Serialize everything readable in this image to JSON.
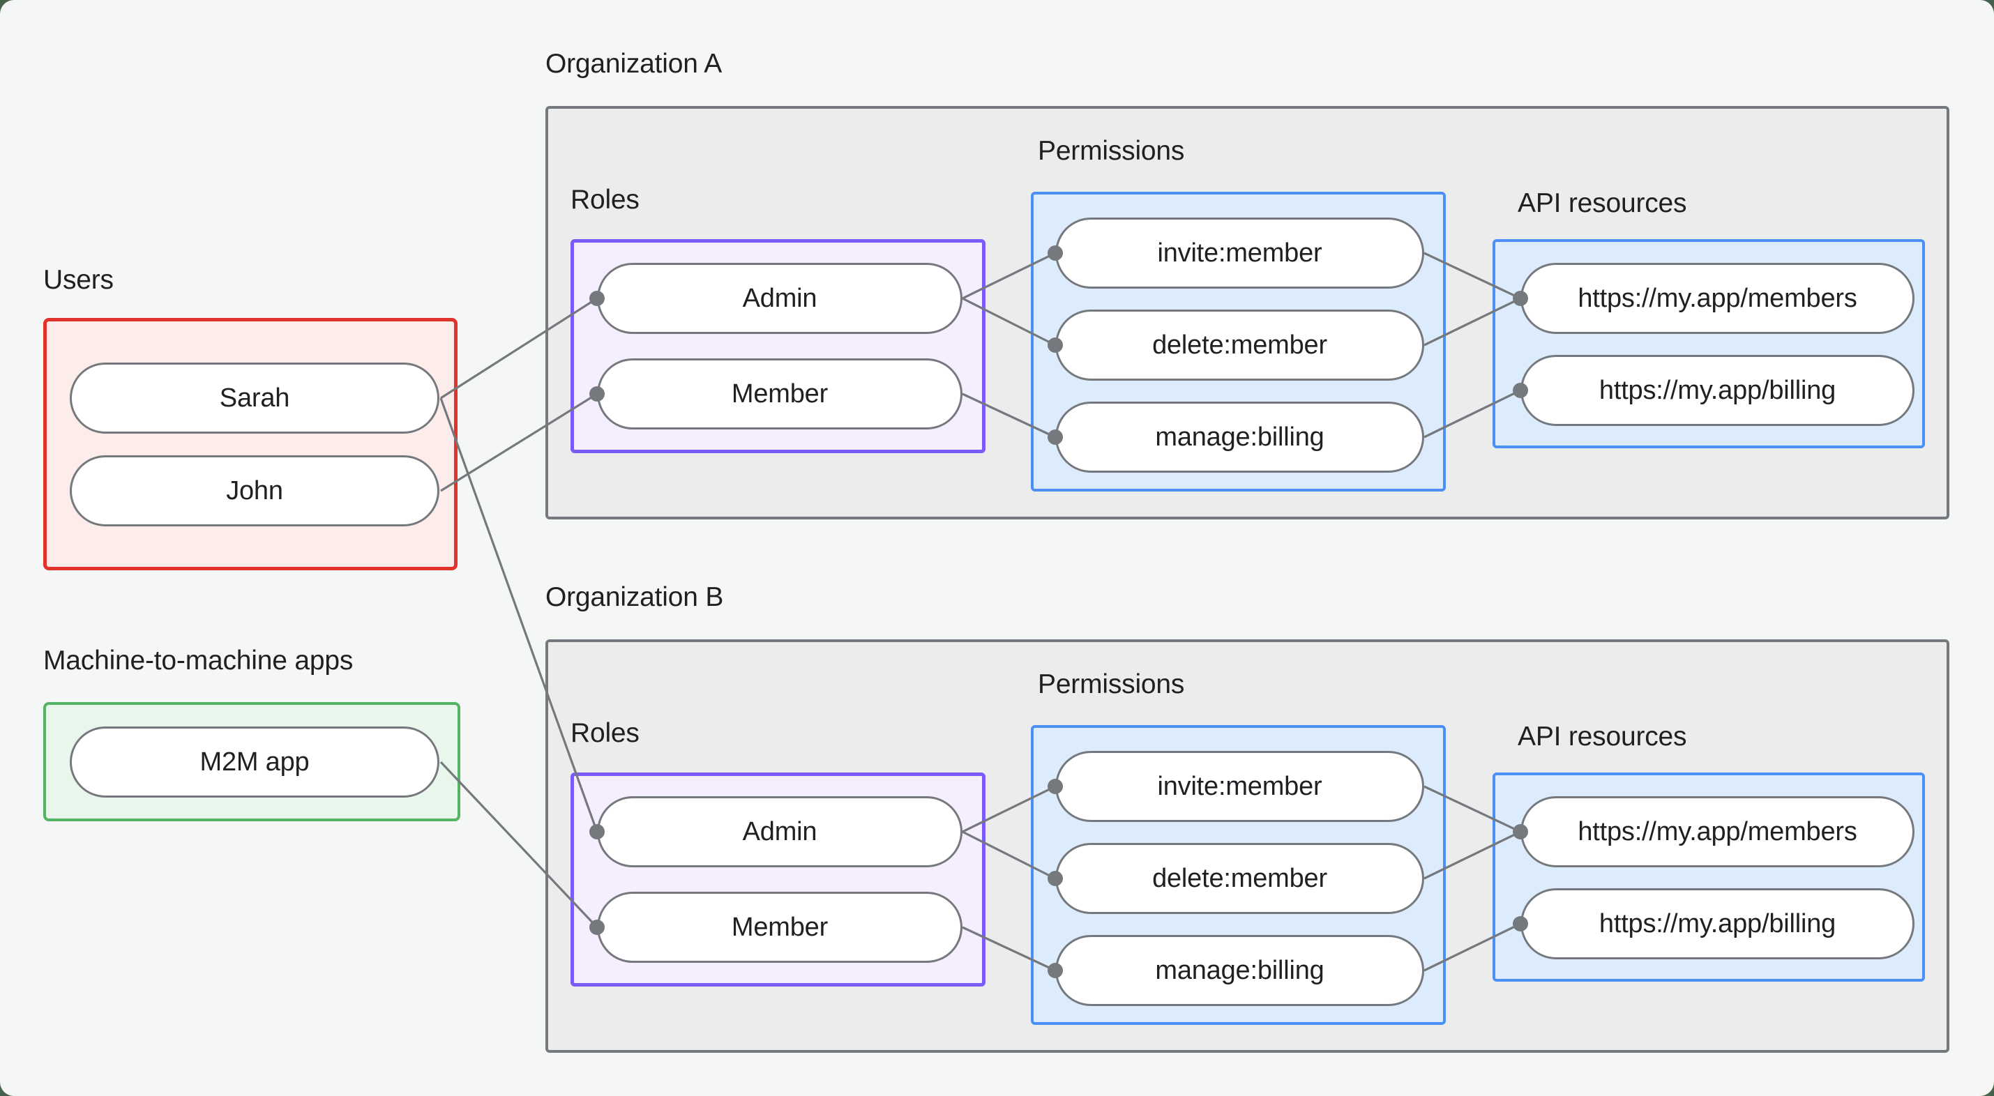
{
  "left_panel": {
    "users_label": "Users",
    "users": [
      "Sarah",
      "John"
    ],
    "m2m_label": "Machine-to-machine apps",
    "m2m_apps": [
      "M2M app"
    ]
  },
  "organizations": [
    {
      "label": "Organization A",
      "roles_label": "Roles",
      "permissions_label": "Permissions",
      "api_label": "API resources",
      "roles": [
        "Admin",
        "Member"
      ],
      "permissions": [
        "invite:member",
        "delete:member",
        "manage:billing"
      ],
      "api_resources": [
        "https://my.app/members",
        "https://my.app/billing"
      ]
    },
    {
      "label": "Organization B",
      "roles_label": "Roles",
      "permissions_label": "Permissions",
      "api_label": "API resources",
      "roles": [
        "Admin",
        "Member"
      ],
      "permissions": [
        "invite:member",
        "delete:member",
        "manage:billing"
      ],
      "api_resources": [
        "https://my.app/members",
        "https://my.app/billing"
      ]
    }
  ],
  "connections": [
    {
      "from": "Sarah",
      "to": "Organization A / Admin"
    },
    {
      "from": "John",
      "to": "Organization A / Member"
    },
    {
      "from": "Sarah",
      "to": "Organization B / Admin"
    },
    {
      "from": "M2M app",
      "to": "Organization B / Member"
    },
    {
      "from": "Organization A / Admin",
      "to": "Organization A / invite:member"
    },
    {
      "from": "Organization A / Admin",
      "to": "Organization A / delete:member"
    },
    {
      "from": "Organization A / Member",
      "to": "Organization A / manage:billing"
    },
    {
      "from": "Organization A / invite:member",
      "to": "Organization A / https://my.app/members"
    },
    {
      "from": "Organization A / delete:member",
      "to": "Organization A / https://my.app/members"
    },
    {
      "from": "Organization A / manage:billing",
      "to": "Organization A / https://my.app/billing"
    },
    {
      "from": "Organization B / Admin",
      "to": "Organization B / invite:member"
    },
    {
      "from": "Organization B / Admin",
      "to": "Organization B / delete:member"
    },
    {
      "from": "Organization B / Member",
      "to": "Organization B / manage:billing"
    },
    {
      "from": "Organization B / invite:member",
      "to": "Organization B / https://my.app/members"
    },
    {
      "from": "Organization B / delete:member",
      "to": "Organization B / https://my.app/members"
    },
    {
      "from": "Organization B / manage:billing",
      "to": "Organization B / https://my.app/billing"
    }
  ],
  "colors": {
    "page_background": "#f5f7f6",
    "outer_background": "#46614c",
    "org_fill": "#ececec",
    "org_border": "#75787c",
    "users_border": "#e0332c",
    "users_fill": "#fcecea",
    "m2m_border": "#55b364",
    "m2m_fill": "#e9f6eb",
    "roles_border": "#7b5bf7",
    "roles_fill": "#f4eefe",
    "blue_border": "#4b90f7",
    "blue_fill": "#ddecfc",
    "node_border": "#75787c",
    "edge": "#75787c",
    "text": "#1f2023"
  }
}
